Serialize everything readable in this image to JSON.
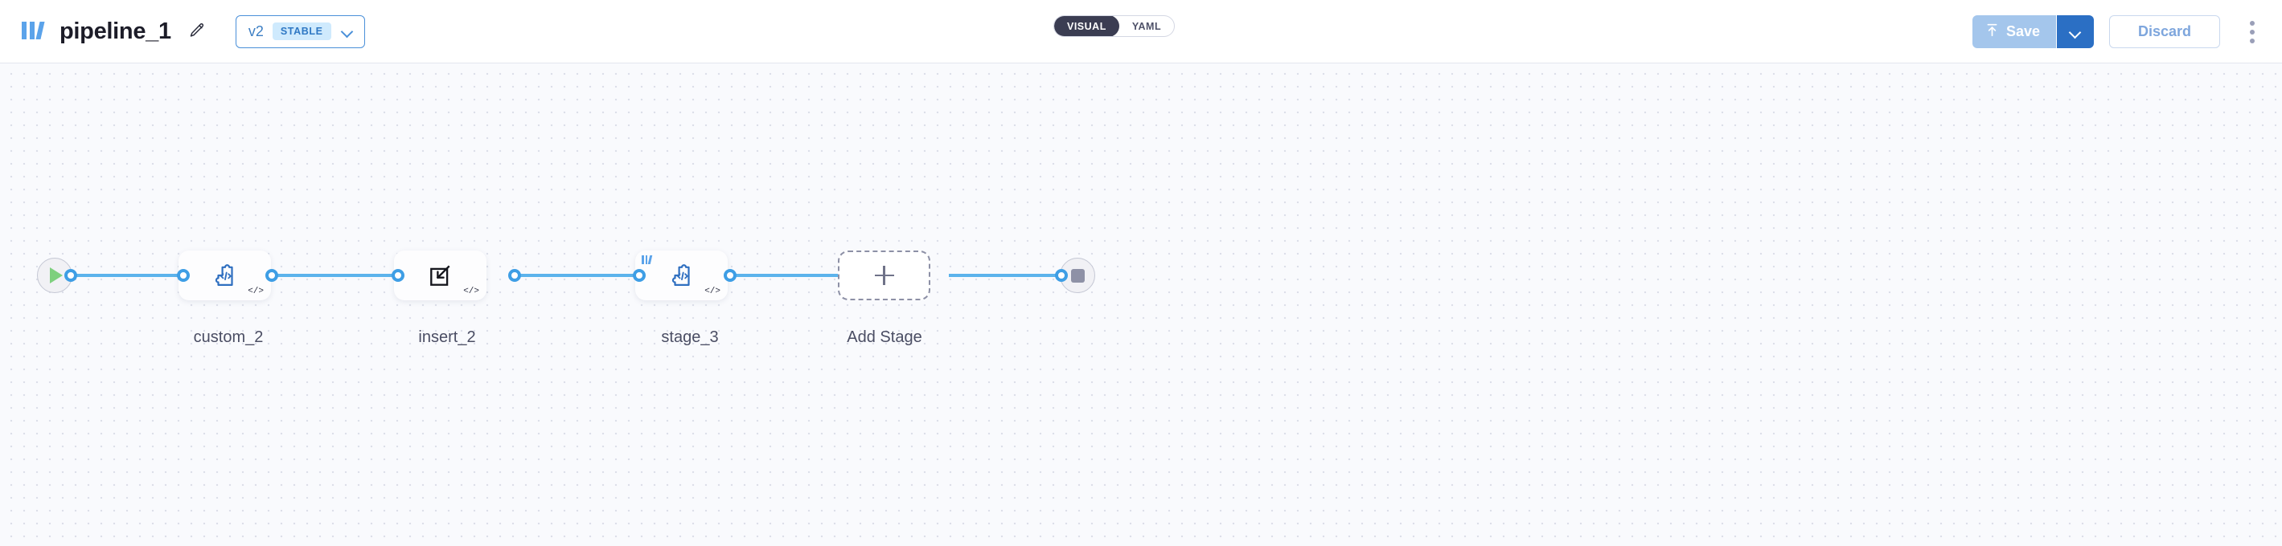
{
  "header": {
    "logo_icon": "pipeline-bars-logo",
    "title": "pipeline_1",
    "edit_icon": "pencil-icon",
    "version": {
      "label": "v2",
      "badge": "STABLE",
      "chevron_icon": "chevron-down-icon"
    },
    "mode_toggle": {
      "options": [
        {
          "label": "VISUAL",
          "active": true
        },
        {
          "label": "YAML",
          "active": false
        }
      ]
    },
    "actions": {
      "save_label": "Save",
      "save_icon": "upload-arrow-icon",
      "save_caret_icon": "chevron-down-icon",
      "discard_label": "Discard",
      "kebab_icon": "more-vertical-icon"
    },
    "colors": {
      "accent_blue": "#2b6fc4",
      "save_disabled": "#a4c6ec",
      "toggle_active_bg": "#3b3d52",
      "badge_bg": "#cfeafd",
      "badge_text": "#2f78c4"
    }
  },
  "canvas": {
    "background": "#f9fafd",
    "grid_dot_color": "#dcdfe9",
    "edge_color": "#5cb3ec",
    "start_node": {
      "name": "start",
      "icon": "play-icon",
      "icon_color": "#7ed07e"
    },
    "end_node": {
      "name": "end",
      "icon": "stop-square-icon",
      "icon_color": "#8e91a6"
    },
    "stages": [
      {
        "label": "custom_2",
        "icon": "puzzle-code-icon",
        "code_badge": "</>",
        "has_lib_badge": false
      },
      {
        "label": "insert_2",
        "icon": "insert-arrow-icon",
        "code_badge": "</>",
        "has_lib_badge": false
      },
      {
        "label": "stage_3",
        "icon": "puzzle-code-icon",
        "code_badge": "</>",
        "has_lib_badge": true
      }
    ],
    "add_stage": {
      "label": "Add Stage",
      "icon": "plus-icon"
    }
  }
}
